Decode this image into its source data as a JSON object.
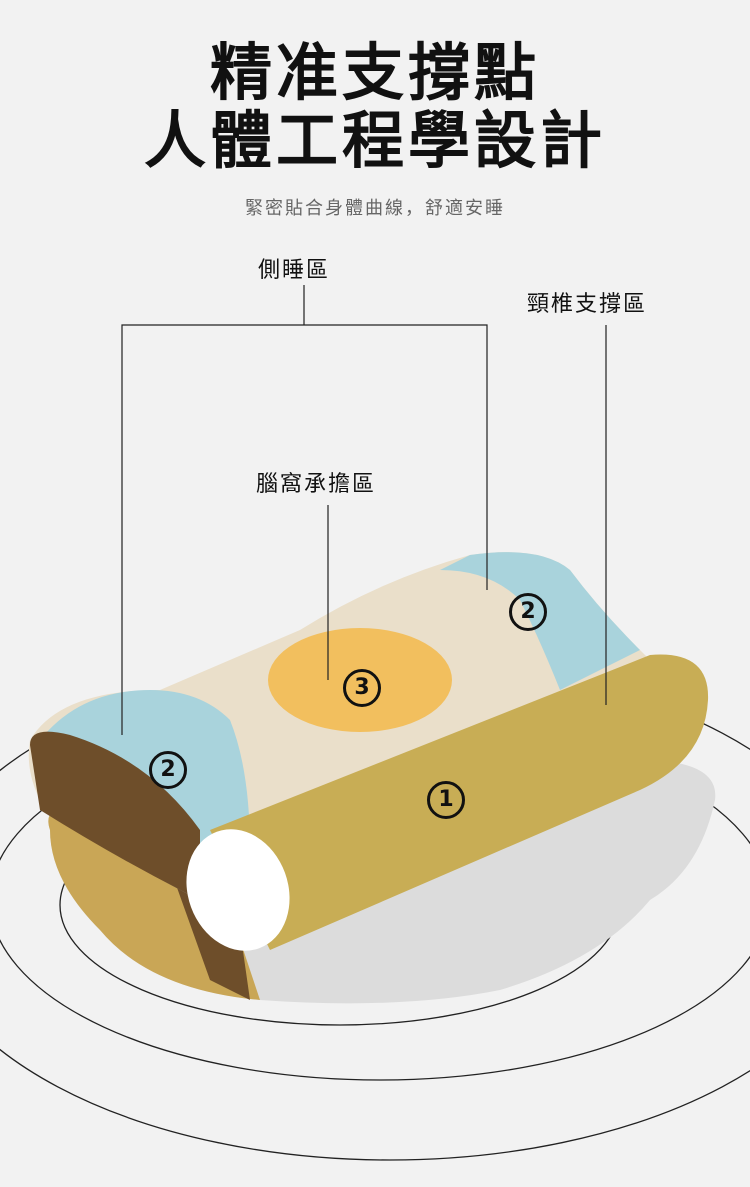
{
  "heading": {
    "line1": "精准支撐點",
    "line2": "人體工程學設計"
  },
  "subtitle": "緊密貼合身體曲線，舒適安睡",
  "labels": {
    "side_zone": "側睡區",
    "neck_zone": "頸椎支撐區",
    "head_zone": "腦窩承擔區"
  },
  "markers": {
    "neck": "1",
    "side": "2",
    "head": "3"
  },
  "colors": {
    "background": "#f2f2f2",
    "blue": "#a9d3dc",
    "beige": "#eadfca",
    "orange": "#f2bf5e",
    "gold": "#c8ad55",
    "brown": "#6e4e2a"
  }
}
